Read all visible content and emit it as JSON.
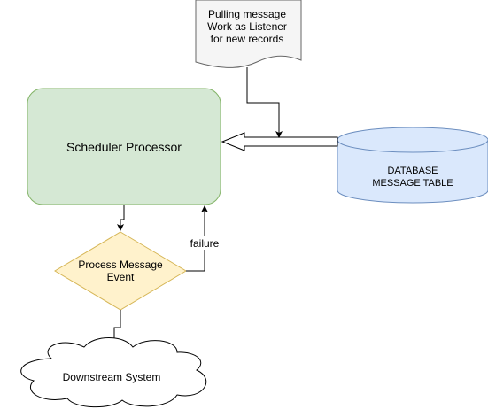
{
  "note": {
    "lines": [
      "Pulling message",
      "Work as Listener",
      "for new records"
    ]
  },
  "scheduler": {
    "label": "Scheduler Processor"
  },
  "database": {
    "lines": [
      "DATABASE",
      "MESSAGE TABLE"
    ]
  },
  "decision": {
    "lines": [
      "Process Message",
      "Event"
    ]
  },
  "edge_failure": {
    "label": "failure"
  },
  "cloud": {
    "label": "Downstream System"
  },
  "colors": {
    "scheduler_fill": "#d5e8d4",
    "scheduler_stroke": "#82b366",
    "database_fill": "#dae8fc",
    "database_stroke": "#6c8ebf",
    "decision_fill": "#fff2cc",
    "decision_stroke": "#d6b656",
    "note_fill": "#f5f5f5",
    "note_stroke": "#666666",
    "edge": "#000000"
  }
}
